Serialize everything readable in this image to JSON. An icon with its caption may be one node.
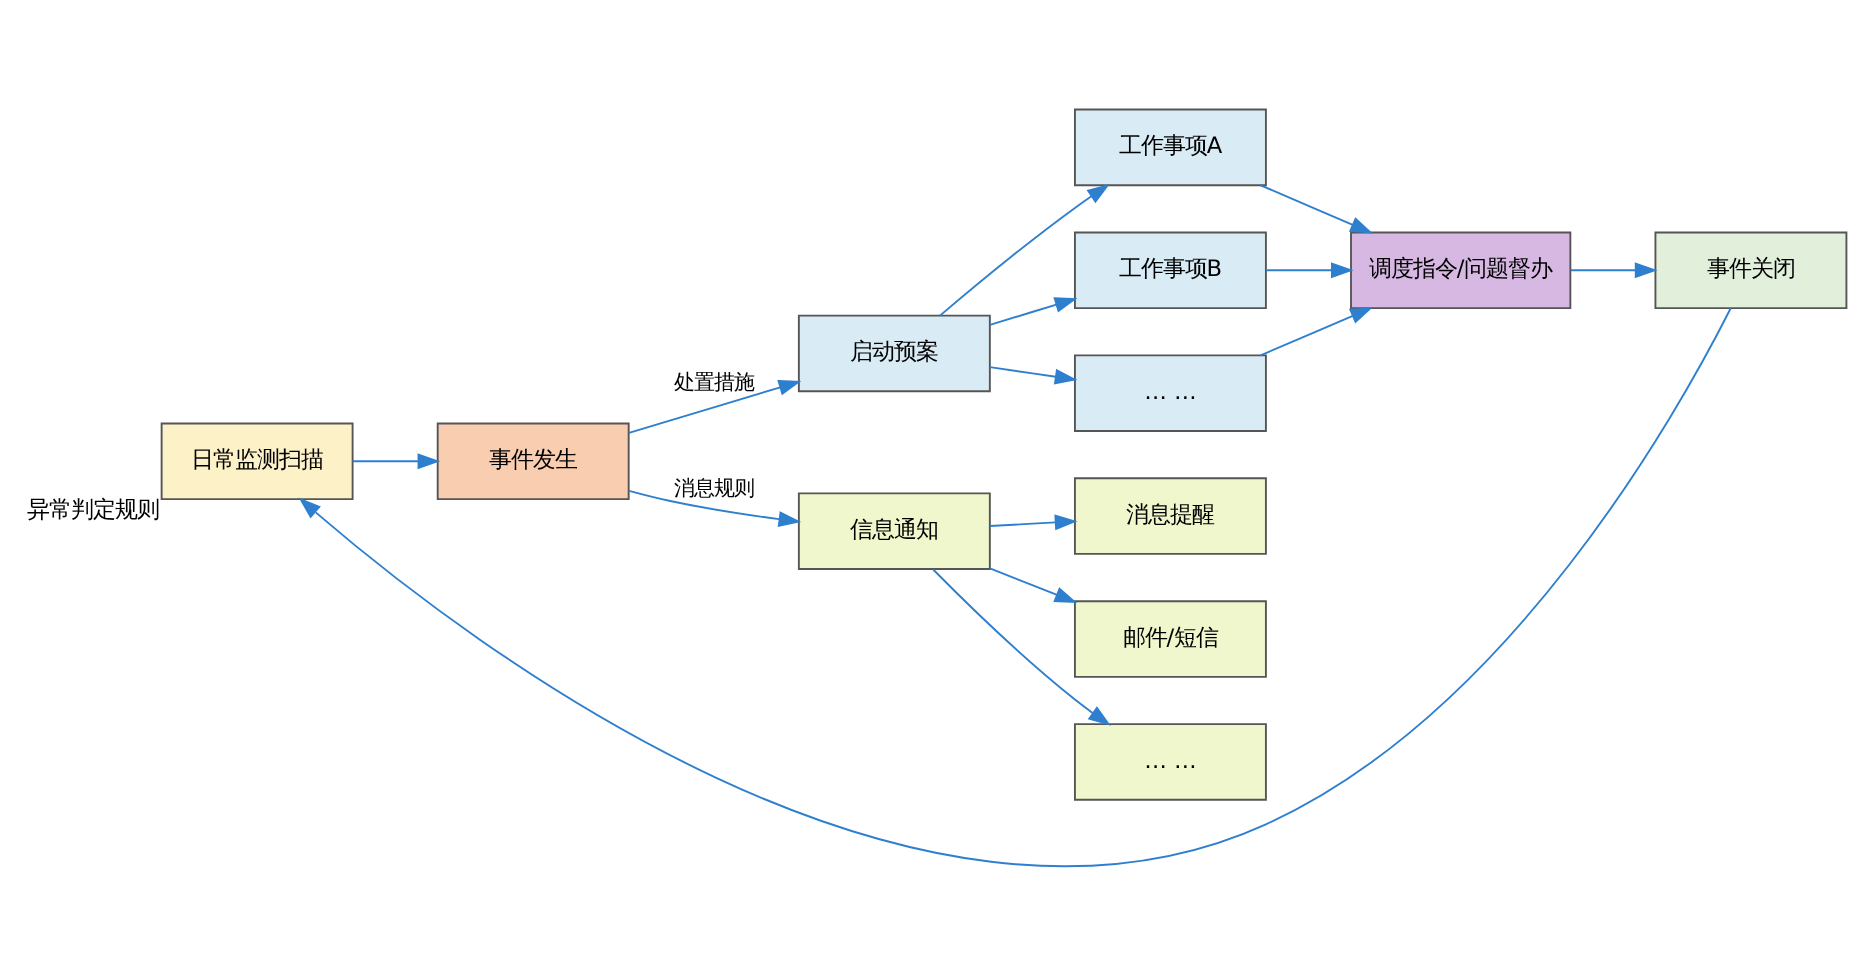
{
  "diagram": {
    "nodes": [
      {
        "text": [
          "日常监测扫描"
        ],
        "beside": [
          "异常判定规则"
        ]
      },
      {
        "text": [
          "事件发生"
        ]
      },
      {
        "text": [
          "启动预案"
        ]
      },
      {
        "text": [
          "信息通知"
        ]
      },
      {
        "text": [
          "工作事项A"
        ]
      },
      {
        "text": [
          "工作事项B"
        ]
      },
      {
        "text": [
          "… …"
        ]
      },
      {
        "text": [
          "调度指令/问题督办"
        ]
      },
      {
        "text": [
          "消息提醒"
        ]
      },
      {
        "text": [
          "邮件/短信"
        ]
      },
      {
        "text": [
          "… …"
        ]
      },
      {
        "text": [
          "事件关闭"
        ]
      }
    ],
    "edges": [
      {
        "from": 0,
        "to": 1,
        "arrow": "to"
      },
      {
        "from": 1,
        "to": 2,
        "arrow": "to",
        "label": "处置措施"
      },
      {
        "from": 1,
        "to": 3,
        "arrow": "to",
        "label": "消息规则"
      },
      {
        "from": 2,
        "to": 4,
        "arrow": "to"
      },
      {
        "from": 2,
        "to": 5,
        "arrow": "to"
      },
      {
        "from": 2,
        "to": 6,
        "arrow": "to"
      },
      {
        "from": 4,
        "to": 7,
        "arrow": "to"
      },
      {
        "from": 5,
        "to": 7,
        "arrow": "to"
      },
      {
        "from": 6,
        "to": 7,
        "arrow": "to"
      },
      {
        "from": 3,
        "to": 8,
        "arrow": "to"
      },
      {
        "from": 3,
        "to": 9,
        "arrow": "to"
      },
      {
        "from": 3,
        "to": 10,
        "arrow": "to"
      },
      {
        "from": 7,
        "to": 11,
        "arrow": "to"
      },
      {
        "from": 11,
        "to": 0,
        "arrow": "to"
      }
    ]
  }
}
